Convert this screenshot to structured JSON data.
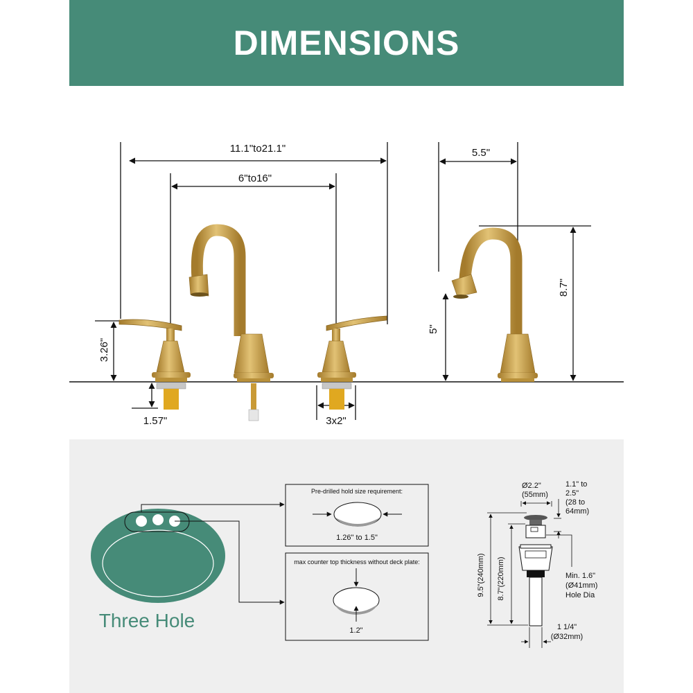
{
  "header": {
    "title": "DIMENSIONS"
  },
  "colors": {
    "header_bg": "#468b78",
    "basin": "#468b78",
    "gold": "#c9a045",
    "gold_dark": "#9b7728",
    "panel_bg": "#efefef"
  },
  "faucet_front": {
    "overall_width": "11.1\"to21.1\"",
    "center_spread": "6\"to16\"",
    "handle_height": "3.26\"",
    "shank_length": "1.57\"",
    "shank_size": "3x2\""
  },
  "faucet_side": {
    "spout_reach": "5.5\"",
    "spout_height": "5\"",
    "total_height": "8.7\""
  },
  "sink": {
    "label": "Three Hole"
  },
  "hole_size": {
    "heading": "Pre-drilled hold size requirement:",
    "value": "1.26\" to 1.5\""
  },
  "counter": {
    "heading": "max counter top thickness without deck plate:",
    "value": "1.2\""
  },
  "drain": {
    "top_dia_line1": "Ø2.2\"",
    "top_dia_line2": "(55mm)",
    "thickness_line1": "1.1\" to",
    "thickness_line2": "2.5\"",
    "thickness_line3": "(28 to",
    "thickness_line4": "64mm)",
    "total_length": "9.5\"(240mm)",
    "body_length": "8.7\"(220mm)",
    "hole_line1": "Min. 1.6\"",
    "hole_line2": "(Ø41mm)",
    "hole_line3": "Hole Dia",
    "tail_line1": "1 1/4\"",
    "tail_line2": "(Ø32mm)"
  }
}
